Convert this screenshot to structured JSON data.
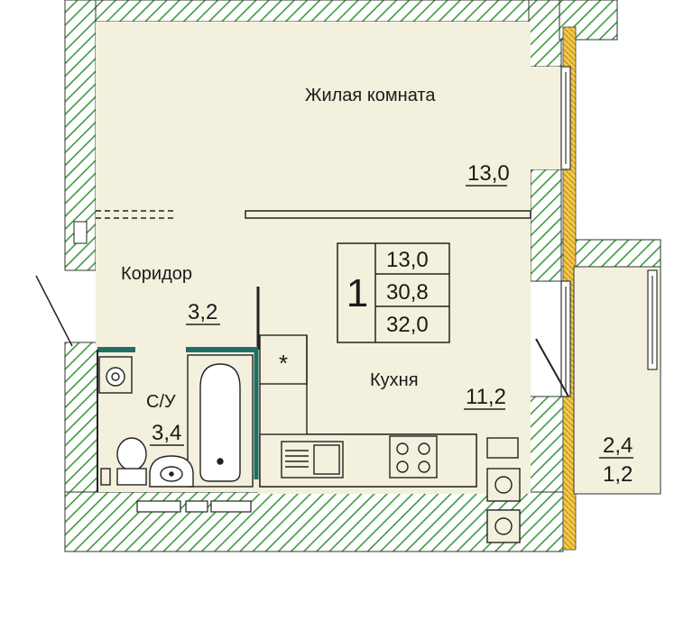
{
  "rooms": {
    "living": {
      "name": "Жилая комната",
      "area": "13,0"
    },
    "corridor": {
      "name": "Коридор",
      "area": "3,2"
    },
    "bathroom": {
      "name": "С/У",
      "area": "3,4"
    },
    "kitchen": {
      "name": "Кухня",
      "area": "11,2"
    },
    "balcony": {
      "area_top": "2,4",
      "area_bottom": "1,2"
    }
  },
  "summary": {
    "rooms_count": "1",
    "living_area": "13,0",
    "total_area": "30,8",
    "total_area_with_balcony": "32,0"
  },
  "icons": {
    "ventilation": "*"
  },
  "colors": {
    "floor": "#f3f0dd",
    "wall_hatch": "#3f9a3f",
    "teal_partition": "#1f6f66",
    "line": "#222222"
  }
}
